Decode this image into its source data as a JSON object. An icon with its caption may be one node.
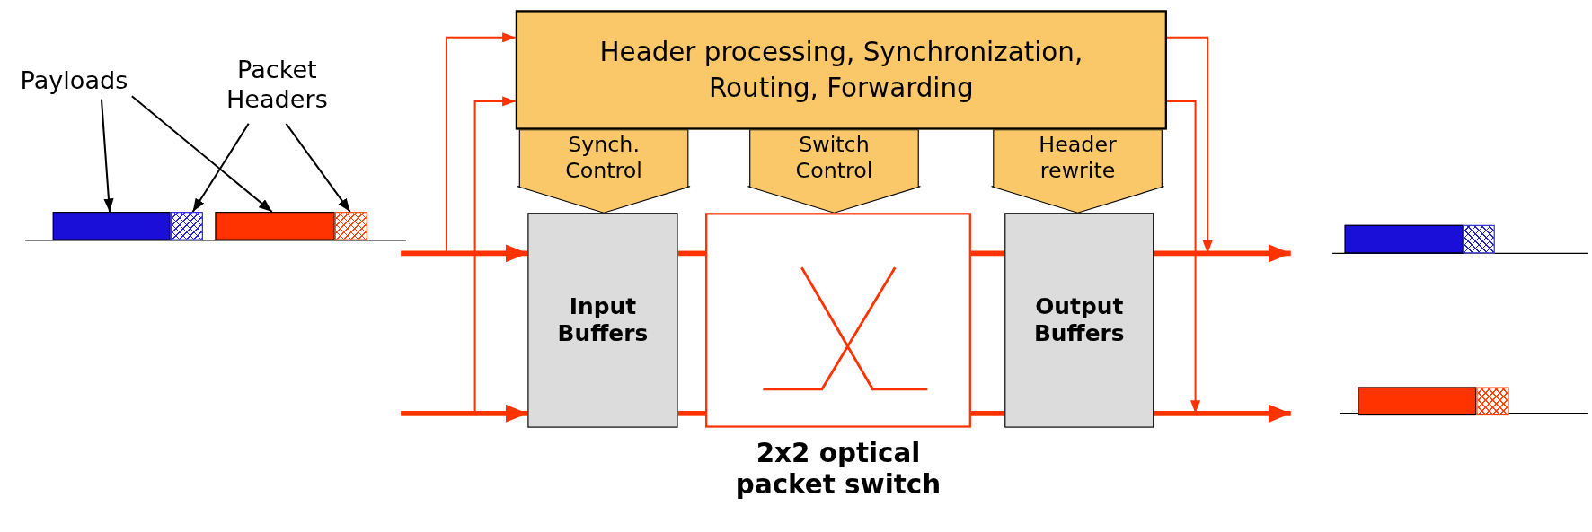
{
  "diagram": {
    "nodes": [
      {
        "text": [
          "Payloads"
        ]
      },
      {
        "text": [
          "Packet Headers"
        ]
      },
      {
        "text": [],
        "shape": "bar"
      },
      {
        "text": [],
        "shape": "box"
      },
      {
        "text": [],
        "shape": "bar"
      },
      {
        "text": [],
        "shape": "box"
      },
      {
        "text": [
          "Header processing, Synchronization, Routing, Forwarding"
        ]
      },
      {
        "text": [
          "Input Buffers"
        ]
      },
      {
        "text": [
          "2x2 optical packet switch"
        ]
      },
      {
        "text": [
          "Output Buffers"
        ]
      },
      {
        "text": [],
        "shape": "bar"
      },
      {
        "text": [],
        "shape": "box"
      },
      {
        "text": [],
        "shape": "bar"
      },
      {
        "text": [],
        "shape": "box"
      }
    ],
    "edges": [
      {
        "from": 0,
        "to": 2,
        "arrow": "to",
        "color": "#000000"
      },
      {
        "from": 0,
        "to": 4,
        "arrow": "to",
        "color": "#000000"
      },
      {
        "from": 1,
        "to": 3,
        "arrow": "to",
        "color": "#000000"
      },
      {
        "from": 1,
        "to": 5,
        "arrow": "to",
        "color": "#000000"
      },
      {
        "from": null,
        "to": 7,
        "arrow": "to",
        "style": "thick"
      },
      {
        "from": null,
        "to": 7,
        "arrow": "to",
        "style": "thick"
      },
      {
        "from": null,
        "to": 6,
        "arrow": "to"
      },
      {
        "from": null,
        "to": 6,
        "arrow": "to"
      },
      {
        "from": 6,
        "to": 7,
        "arrow": "to",
        "label": "Synch. Control",
        "color": "#fbc869"
      },
      {
        "from": 6,
        "to": 8,
        "arrow": "to",
        "label": "Switch Control",
        "color": "#fbc869"
      },
      {
        "from": 6,
        "to": 9,
        "arrow": "to",
        "label": "Header rewrite",
        "color": "#fbc869"
      },
      {
        "from": 7,
        "to": 8,
        "arrow": "none",
        "style": "thick"
      },
      {
        "from": 7,
        "to": 8,
        "arrow": "none",
        "style": "thick"
      },
      {
        "from": 8,
        "to": 9,
        "arrow": "none",
        "style": "thick"
      },
      {
        "from": 8,
        "to": 9,
        "arrow": "none",
        "style": "thick"
      },
      {
        "from": 9,
        "to": null,
        "arrow": "to",
        "style": "thick"
      },
      {
        "from": 9,
        "to": null,
        "arrow": "to",
        "style": "thick"
      },
      {
        "from": 6,
        "to": null,
        "arrow": "to"
      },
      {
        "from": 6,
        "to": null,
        "arrow": "to"
      }
    ]
  }
}
